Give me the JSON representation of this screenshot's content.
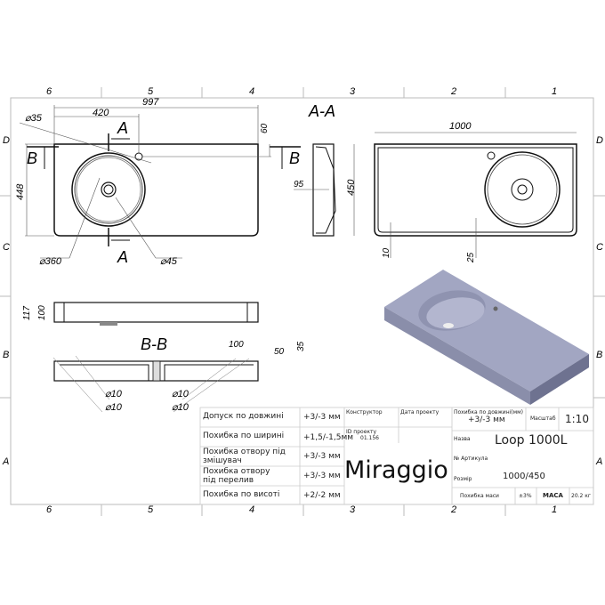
{
  "zones": {
    "columns": [
      "6",
      "5",
      "4",
      "3",
      "2",
      "1"
    ],
    "rows": [
      "D",
      "C",
      "B",
      "A"
    ]
  },
  "top_view": {
    "overall_length": "997",
    "bowl_offset": "420",
    "tap_hole_diameter": "⌀35",
    "tap_hole_offset": "60",
    "width": "448",
    "bowl_diameter": "⌀360",
    "drain_diameter": "⌀45",
    "section_a": "A",
    "section_b": "B"
  },
  "section_aa": {
    "title": "A-A",
    "depth": "95",
    "length": "1000",
    "width": "450",
    "wall": "10",
    "notch": "25"
  },
  "side_view": {
    "total_height": "117",
    "body_height": "100"
  },
  "section_bb": {
    "title": "B-B",
    "dim_100": "100",
    "dim_50": "50",
    "dim_35": "35",
    "holes": [
      "⌀10",
      "⌀10",
      "⌀10",
      "⌀10"
    ]
  },
  "title_block": {
    "tolerances": [
      {
        "label": "Допуск по довжині",
        "value": "+3/-3 мм"
      },
      {
        "label": "Похибка по ширині",
        "value": "+1,5/-1,5мм"
      },
      {
        "label": "Похибка отвору під змішувач",
        "value": "+3/-3 мм"
      },
      {
        "label": "Похибка отвору під перелив",
        "value": "+3/-3 мм"
      },
      {
        "label": "Похибка по висоті",
        "value": "+2/-2 мм"
      }
    ],
    "designer_label": "Конструктор",
    "design_date_label": "Дата проекту",
    "project_id_label": "ID проекту",
    "project_id": "01.156",
    "brand": "Miraggio",
    "length_tolerance_label": "Похибка по довжині(мм)",
    "length_tolerance": "+3/-3 мм",
    "scale_label": "Масштаб",
    "scale": "1:10",
    "name_label": "Назва",
    "name": "Loop 1000L",
    "article_label": "№ Артикула",
    "size_label": "Розмір",
    "size": "1000/450",
    "mass_tolerance_label": "Похибка маси",
    "mass_tolerance": "±3%",
    "mass_label": "МАСА",
    "mass": "20.2 кг"
  }
}
